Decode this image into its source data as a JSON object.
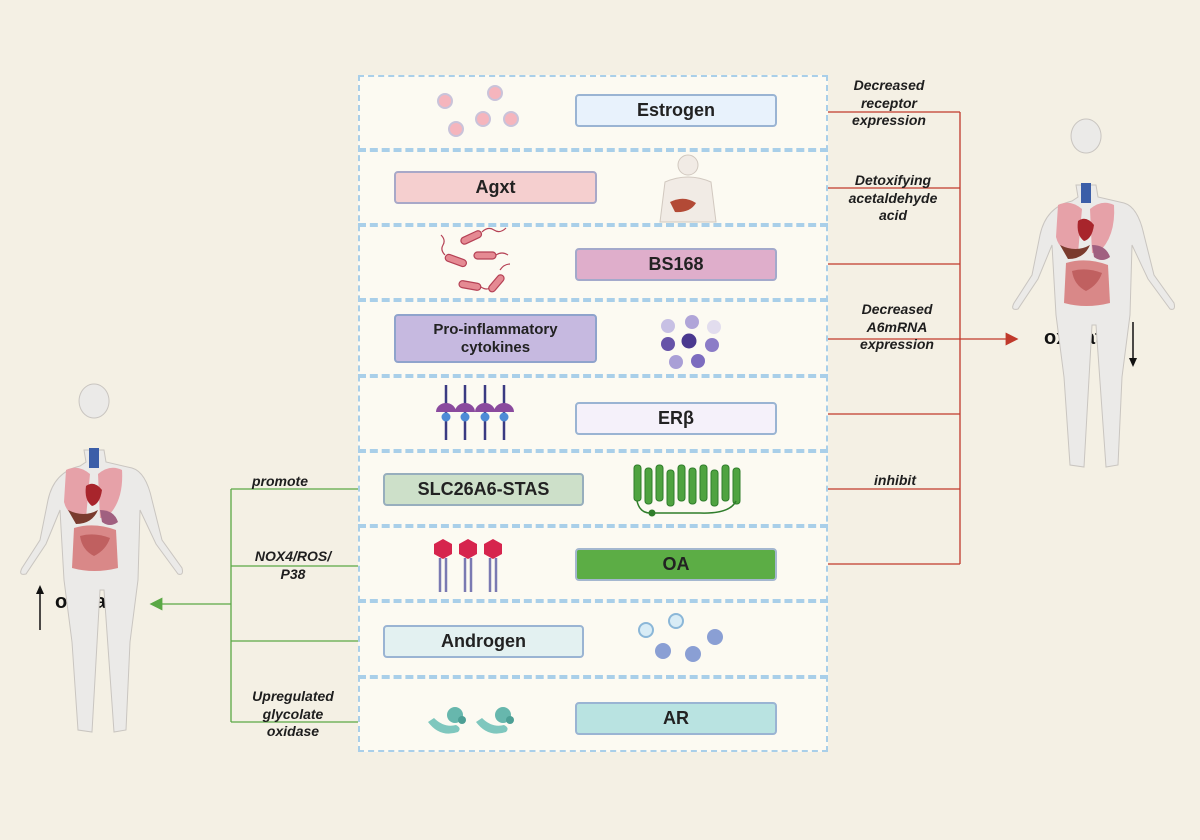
{
  "rows": [
    {
      "label": "Estrogen",
      "fill": "#e8f2fc",
      "border": "#9ab4d3"
    },
    {
      "label": "Agxt",
      "fill": "#f5cfcf",
      "border": "#a8a8c8"
    },
    {
      "label": "BS168",
      "fill": "#dfaecb",
      "border": "#a3a9cb"
    },
    {
      "label": "Pro-inflammatory\ncytokines",
      "fill": "#c6b9e0",
      "border": "#8fa3cc"
    },
    {
      "label": "ERβ",
      "fill": "#f5f1fa",
      "border": "#9ab4d3"
    },
    {
      "label": "SLC26A6-STAS",
      "fill": "#cde0c9",
      "border": "#97aebd"
    },
    {
      "label": "OA",
      "fill": "#5cad45",
      "border": "#a4b7cf"
    },
    {
      "label": "Androgen",
      "fill": "#e3f1f1",
      "border": "#9ab4d3"
    },
    {
      "label": "AR",
      "fill": "#b9e3e1",
      "border": "#9ab4d3"
    }
  ],
  "right_annotations": [
    "Decreased\nreceptor\nexpression",
    "Detoxifying\nacetaldehyde\nacid",
    "Decreased\nA6mRNA\nexpression",
    "inhibit"
  ],
  "left_annotations": [
    "promote",
    "NOX4/ROS/\nP38",
    "Upregulated\nglycolate\noxidase"
  ],
  "left_oxalate": "oxalate",
  "right_oxalate": "oxalate",
  "colors": {
    "inhibit_line": "#c0392b",
    "promote_line": "#5aa845",
    "panel_border": "#a9cfe9",
    "background": "#f4f0e4"
  },
  "icons": {
    "left_body": "human-body-organs-icon",
    "right_body": "human-body-organs-icon",
    "estrogen_molecules": "molecule-cluster-icon",
    "agxt_liver": "liver-torso-icon",
    "bs168_bacteria": "bacteria-icon",
    "cytokines": "cytokine-particles-icon",
    "erb_receptor": "membrane-receptor-icon",
    "slc26a6": "transmembrane-protein-icon",
    "oa": "oleanolic-acid-molecule-icon",
    "androgen_molecules": "molecule-cluster-icon",
    "ar_receptor": "androgen-receptor-icon"
  }
}
